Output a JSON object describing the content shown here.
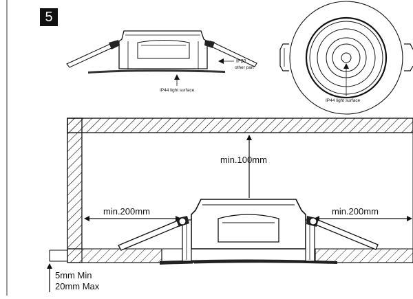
{
  "step": {
    "number": "5"
  },
  "side_view": {
    "ip20_label": "IP20",
    "other_part_label": "other part",
    "ip44_label": "IP44 light surface"
  },
  "top_view": {
    "ip44_label": "IP44 light surface"
  },
  "installation": {
    "min_top": "min.100mm",
    "min_left": "min.200mm",
    "min_right": "min.200mm",
    "ceiling_min": "5mm Min",
    "ceiling_max": "20mm Max"
  }
}
